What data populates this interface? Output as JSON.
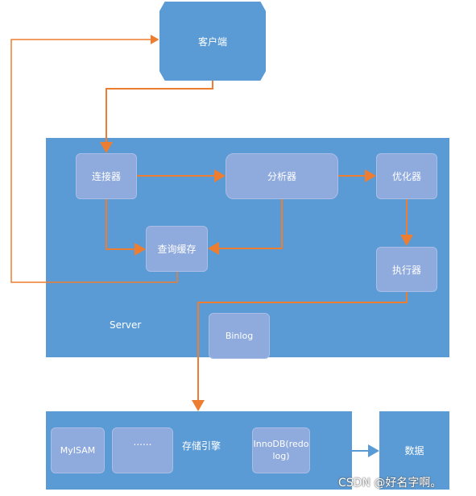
{
  "client": {
    "label": "客户端"
  },
  "server": {
    "label": "Server",
    "nodes": {
      "connector": "连接器",
      "analyzer": "分析器",
      "optimizer": "优化器",
      "query_cache": "查询缓存",
      "executor": "执行器",
      "binlog": "Binlog"
    }
  },
  "storage": {
    "label": "存储引擎",
    "nodes": {
      "myisam": "MyISAM",
      "ellipsis": "......",
      "innodb": "InnoDB(redo log)"
    }
  },
  "data": {
    "label": "数据"
  },
  "watermark": {
    "text": "CSDN @好名字啊。"
  },
  "colors": {
    "panel": "#5b9bd5",
    "inner_box": "#8faadc",
    "flow_arrow": "#ed7d31",
    "data_arrow": "#5b9bd5"
  }
}
